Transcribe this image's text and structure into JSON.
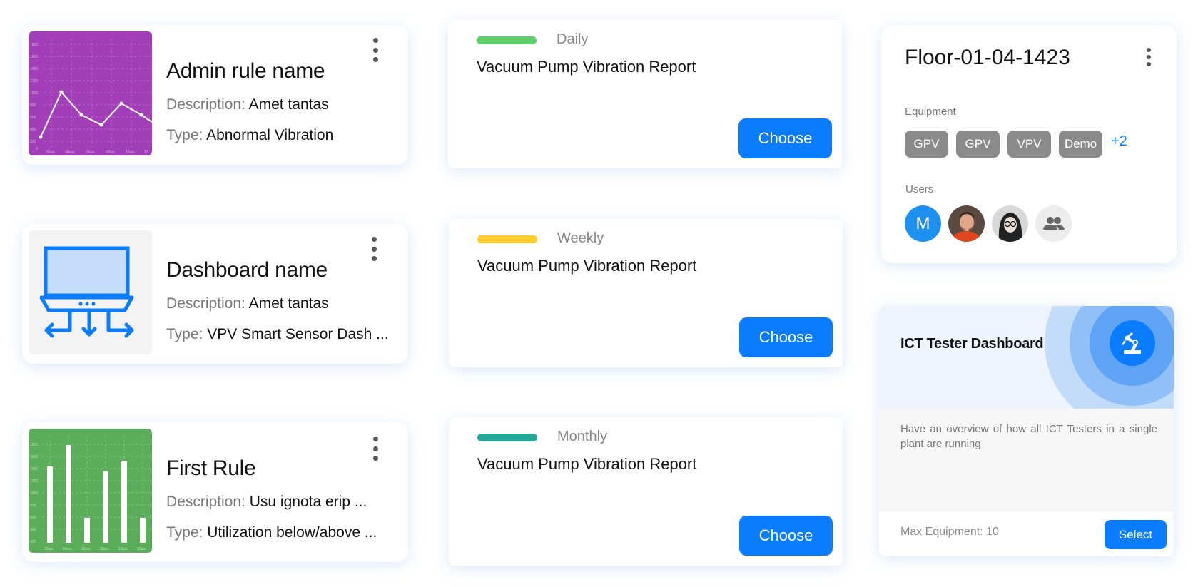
{
  "rule_cards": [
    {
      "title": "Admin rule name",
      "description_label": "Description:",
      "description_value": "Amet tantas",
      "type_label": "Type:",
      "type_value": "Abnormal Vibration",
      "thumbnail": "line-chart-thumbnail",
      "thumbnail_color": "#a23fb8"
    },
    {
      "title": "Dashboard name",
      "description_label": "Description:",
      "description_value": "Amet tantas",
      "type_label": "Type:",
      "type_value": "VPV Smart Sensor Dash ...",
      "thumbnail": "dashboard-computer-icon",
      "thumbnail_color": "#0a7cff"
    },
    {
      "title": "First Rule",
      "description_label": "Description:",
      "description_value": "Usu ignota erip ...",
      "type_label": "Type:",
      "type_value": "Utilization below/above ...",
      "thumbnail": "bar-chart-thumbnail",
      "thumbnail_color": "#5cad5a"
    }
  ],
  "report_cards": [
    {
      "frequency": "Daily",
      "color": "#5ecf6a",
      "title": "Vacuum Pump Vibration Report",
      "button": "Choose"
    },
    {
      "frequency": "Weekly",
      "color": "#fdcc2e",
      "title": "Vacuum Pump Vibration Report",
      "button": "Choose"
    },
    {
      "frequency": "Monthly",
      "color": "#24a89a",
      "title": "Vacuum Pump Vibration Report",
      "button": "Choose"
    }
  ],
  "floor_card": {
    "title": "Floor-01-04-1423",
    "equipment_label": "Equipment",
    "equipment": [
      "GPV",
      "GPV",
      "VPV",
      "Demo"
    ],
    "more": "+2",
    "users_label": "Users",
    "users": [
      {
        "initial": "M",
        "type": "initial-avatar"
      },
      {
        "type": "photo-avatar"
      },
      {
        "type": "photo-avatar"
      },
      {
        "type": "group-icon"
      }
    ]
  },
  "dashboard_card": {
    "title": "ICT Tester Dashboard",
    "description": "Have an overview of how all ICT Testers in a single plant are running",
    "max_equipment": "Max Equipment: 10",
    "button": "Select",
    "icon": "robot-arm-icon"
  },
  "colors": {
    "accent": "#0a7cff",
    "chip": "#8a8a8a",
    "muted_text": "#777777"
  }
}
